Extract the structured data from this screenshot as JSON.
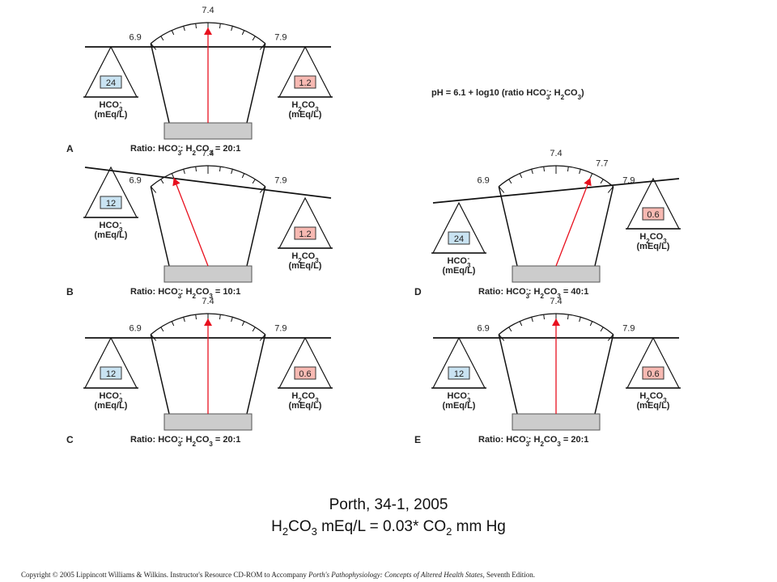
{
  "formula": {
    "prefix": "pH = 6.1 + log10 (ratio HCO",
    "sup": "3",
    "sup2": "-",
    "mid": ": H",
    "sub1": "2",
    "co": "CO",
    "sub2": "3",
    "suffix": ")"
  },
  "units": "(mEq/L)",
  "hco3": {
    "base": "HCO",
    "sub": "3",
    "sup": "-"
  },
  "h2co3": {
    "h": "H",
    "sub1": "2",
    "co": "CO",
    "sub2": "3"
  },
  "panels": [
    {
      "letter": "A",
      "dial_labels": [
        "6.9",
        "7.4",
        "7.9"
      ],
      "extra_label": "",
      "hco3_value": "24",
      "h2co3_value": "1.2",
      "ratio": "20:1",
      "ph": 7.4,
      "tilt": 0
    },
    {
      "letter": "B",
      "dial_labels": [
        "6.9",
        "7.4",
        "7.9"
      ],
      "extra_label": "",
      "hco3_value": "12",
      "h2co3_value": "1.2",
      "ratio": "10:1",
      "ph": 7.1,
      "tilt": -1
    },
    {
      "letter": "D",
      "dial_labels": [
        "6.9",
        "7.4",
        "7.9"
      ],
      "extra_label": "7.7",
      "hco3_value": "24",
      "h2co3_value": "0.6",
      "ratio": "40:1",
      "ph": 7.7,
      "tilt": 1
    },
    {
      "letter": "C",
      "dial_labels": [
        "6.9",
        "7.4",
        "7.9"
      ],
      "extra_label": "",
      "hco3_value": "12",
      "h2co3_value": "0.6",
      "ratio": "20:1",
      "ph": 7.4,
      "tilt": 0
    },
    {
      "letter": "E",
      "dial_labels": [
        "6.9",
        "7.4",
        "7.9"
      ],
      "extra_label": "",
      "hco3_value": "12",
      "h2co3_value": "0.6",
      "ratio": "20:1",
      "ph": 7.4,
      "tilt": 0
    }
  ],
  "ratio_prefix": "Ratio: HCO",
  "caption": {
    "line1": "Porth, 34-1, 2005",
    "line2_h": "H",
    "line2_sub1": "2",
    "line2_co": "CO",
    "line2_sub2": "3",
    "line2_mid": " mEq/L = 0.03* CO",
    "line2_sub3": "2",
    "line2_end": " mm Hg"
  },
  "copyright_a": "Copyright © 2005 Lippincott Williams & Wilkins.  Instructor's Resource CD-ROM to Accompany ",
  "copyright_b": "Porth's Pathophysiology: Concepts of Altered Health States",
  "copyright_c": ", Seventh Edition.",
  "colors": {
    "left_box": "#c9e3f2",
    "right_box": "#f7b9b2",
    "pointer": "#e8101e",
    "base": "#cccccc",
    "line": "#111111"
  }
}
